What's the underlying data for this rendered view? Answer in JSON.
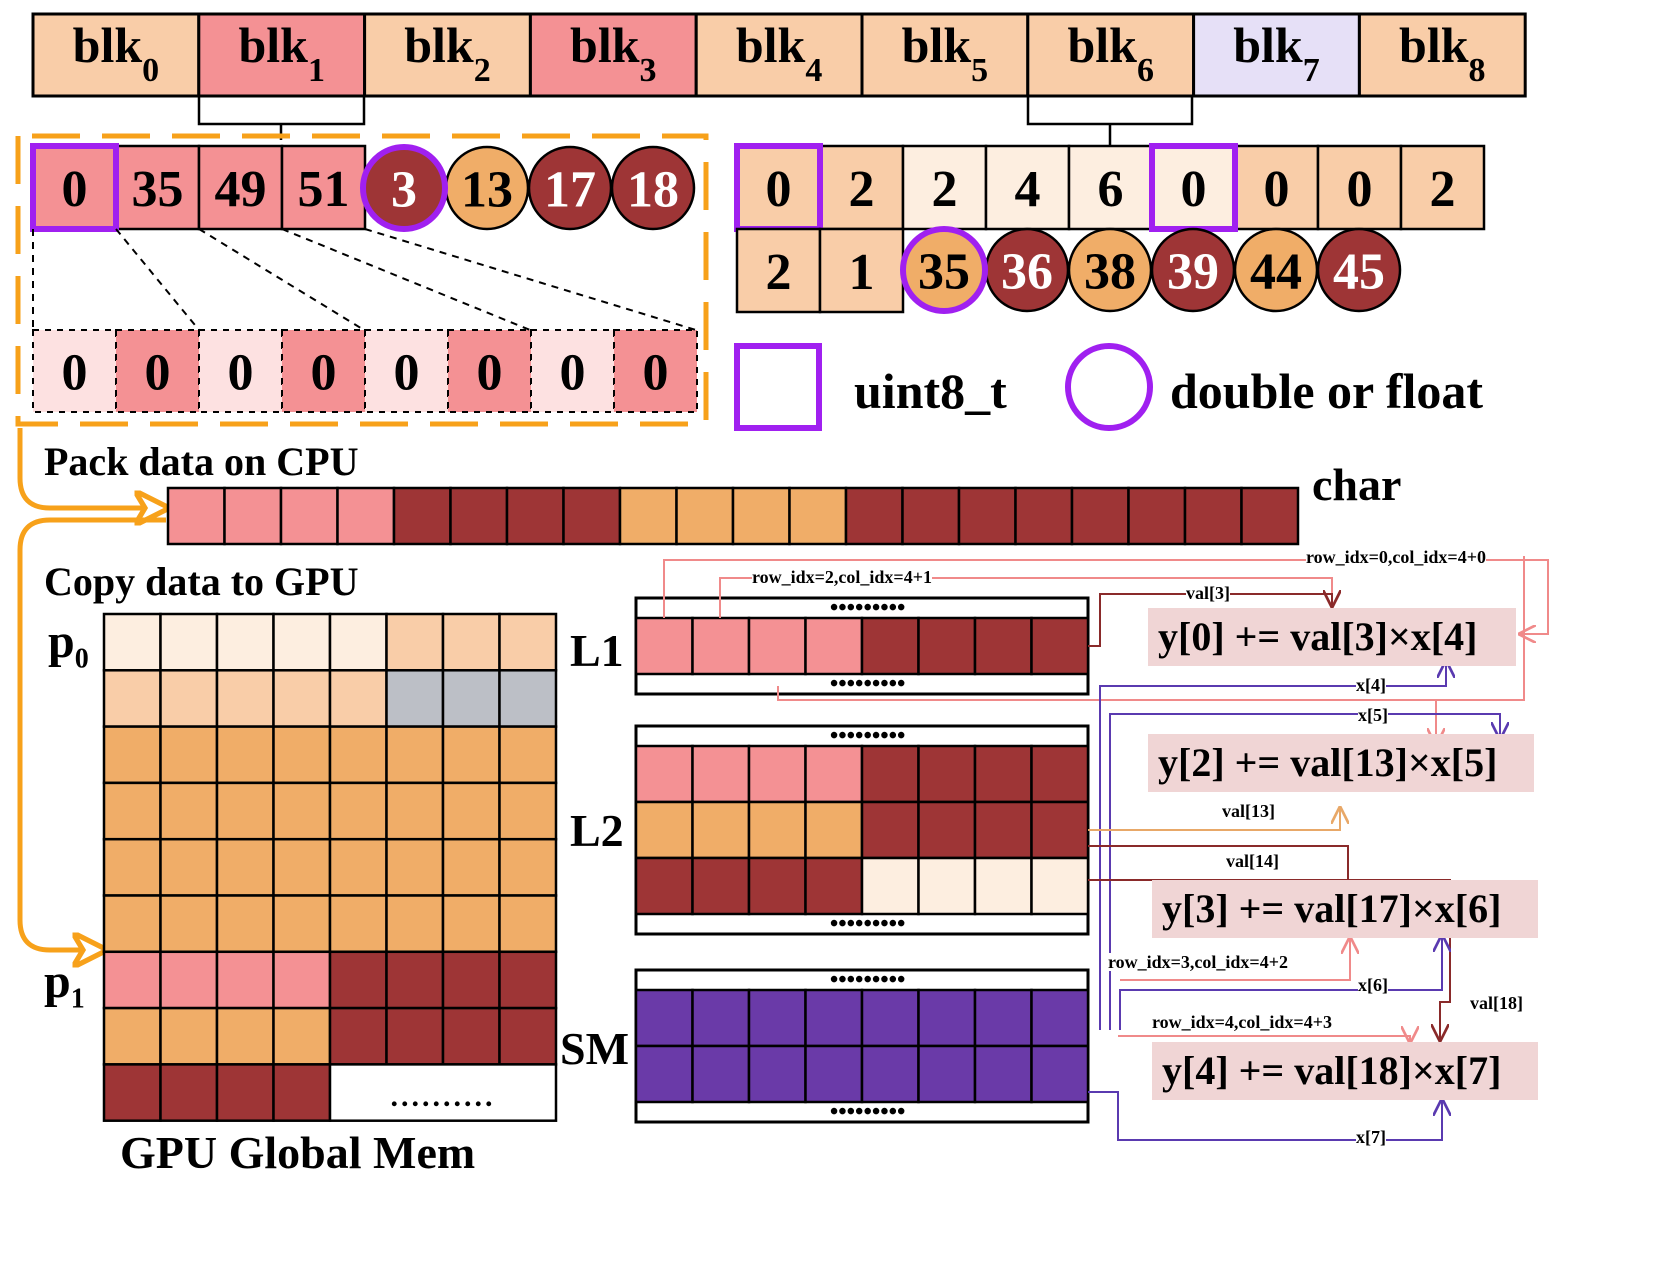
{
  "blocks": {
    "prefix": "blk",
    "items": [
      {
        "sub": "0",
        "color": "#f9cda8"
      },
      {
        "sub": "1",
        "color": "#f49194"
      },
      {
        "sub": "2",
        "color": "#f9cda8"
      },
      {
        "sub": "3",
        "color": "#f49194"
      },
      {
        "sub": "4",
        "color": "#f9cda8"
      },
      {
        "sub": "5",
        "color": "#f9cda8"
      },
      {
        "sub": "6",
        "color": "#f9cda8"
      },
      {
        "sub": "7",
        "color": "#e6e0f7"
      },
      {
        "sub": "8",
        "color": "#f9cda8"
      }
    ]
  },
  "left_group": {
    "squares": [
      "0",
      "35",
      "49",
      "51"
    ],
    "circles": [
      {
        "v": "3",
        "type": "dark"
      },
      {
        "v": "13",
        "type": "orange"
      },
      {
        "v": "17",
        "type": "dark"
      },
      {
        "v": "18",
        "type": "dark"
      }
    ],
    "bitmask": [
      "0",
      "0",
      "0",
      "0",
      "0",
      "0",
      "0",
      "0"
    ]
  },
  "right_group": {
    "row1": [
      "0",
      "2",
      "2",
      "4",
      "6",
      "0",
      "0",
      "0",
      "2"
    ],
    "row2": [
      "2",
      "1"
    ],
    "circles": [
      {
        "v": "35",
        "type": "orange"
      },
      {
        "v": "36",
        "type": "dark"
      },
      {
        "v": "38",
        "type": "orange"
      },
      {
        "v": "39",
        "type": "dark"
      },
      {
        "v": "44",
        "type": "orange"
      },
      {
        "v": "45",
        "type": "dark"
      }
    ]
  },
  "legend": {
    "square_label": "uint8_t",
    "circle_label": "double or float"
  },
  "labels": {
    "pack": "Pack data on CPU",
    "copy": "Copy data to GPU",
    "char": "char",
    "p0": "p",
    "p0_sub": "0",
    "p1": "p",
    "p1_sub": "1",
    "gpu_mem": "GPU Global Mem",
    "l1": "L1",
    "l2": "L2",
    "sm": "SM",
    "dots": "•••••••••"
  },
  "char_strip": [
    "p",
    "p",
    "p",
    "p",
    "d",
    "d",
    "d",
    "d",
    "o",
    "o",
    "o",
    "o",
    "d",
    "d",
    "d",
    "d",
    "d",
    "d",
    "d",
    "d"
  ],
  "gpu_mem": [
    [
      "c",
      "c",
      "c",
      "c",
      "c",
      "t",
      "t",
      "t"
    ],
    [
      "t",
      "t",
      "t",
      "t",
      "t",
      "g",
      "g",
      "g"
    ],
    [
      "o",
      "o",
      "o",
      "o",
      "o",
      "o",
      "o",
      "o"
    ],
    [
      "o",
      "o",
      "o",
      "o",
      "o",
      "o",
      "o",
      "o"
    ],
    [
      "o",
      "o",
      "o",
      "o",
      "o",
      "o",
      "o",
      "o"
    ],
    [
      "o",
      "o",
      "o",
      "o",
      "o",
      "o",
      "o",
      "o"
    ],
    [
      "p",
      "p",
      "p",
      "p",
      "d",
      "d",
      "d",
      "d"
    ],
    [
      "o",
      "o",
      "o",
      "o",
      "d",
      "d",
      "d",
      "d"
    ],
    [
      "d",
      "d",
      "d",
      "d",
      "w",
      "w",
      "w",
      "w"
    ]
  ],
  "gpu_mem_dots": "..........",
  "l1_rows": [
    [
      "p",
      "p",
      "p",
      "p",
      "d",
      "d",
      "d",
      "d"
    ]
  ],
  "l2_rows": [
    [
      "p",
      "p",
      "p",
      "p",
      "d",
      "d",
      "d",
      "d"
    ],
    [
      "o",
      "o",
      "o",
      "o",
      "d",
      "d",
      "d",
      "d"
    ],
    [
      "d",
      "d",
      "d",
      "d",
      "c",
      "c",
      "c",
      "c"
    ]
  ],
  "sm_rows": [
    [
      "v",
      "v",
      "v",
      "v",
      "v",
      "v",
      "v",
      "v"
    ],
    [
      "v",
      "v",
      "v",
      "v",
      "v",
      "v",
      "v",
      "v"
    ]
  ],
  "colors": {
    "p": "#f49194",
    "d": "#9e3536",
    "o": "#f0ad68",
    "t": "#f9cda8",
    "c": "#fdeee0",
    "g": "#bcbfc6",
    "w": "#ffffff",
    "v": "#6a3aa8",
    "purple_outline": "#a020f0",
    "orange_arrow": "#f7a11a",
    "pink_line": "#f08a8a",
    "indigo_line": "#5a3ab0",
    "tan_line": "#e8a868",
    "maroon_line": "#8a2a2a"
  },
  "equations": [
    "y[0] += val[3]×x[4]",
    "y[2] += val[13]×x[5]",
    "y[3] += val[17]×x[6]",
    "y[4] += val[18]×x[7]"
  ],
  "annotations": {
    "a1": "row_idx=0,col_idx=4+0",
    "a2": "row_idx=2,col_idx=4+1",
    "a3": "row_idx=3,col_idx=4+2",
    "a4": "row_idx=4,col_idx=4+3",
    "val3": "val[3]",
    "x4": "x[4]",
    "x5": "x[5]",
    "val13": "val[13]",
    "val14": "val[14]",
    "x6": "x[6]",
    "val18": "val[18]",
    "x7": "x[7]"
  }
}
